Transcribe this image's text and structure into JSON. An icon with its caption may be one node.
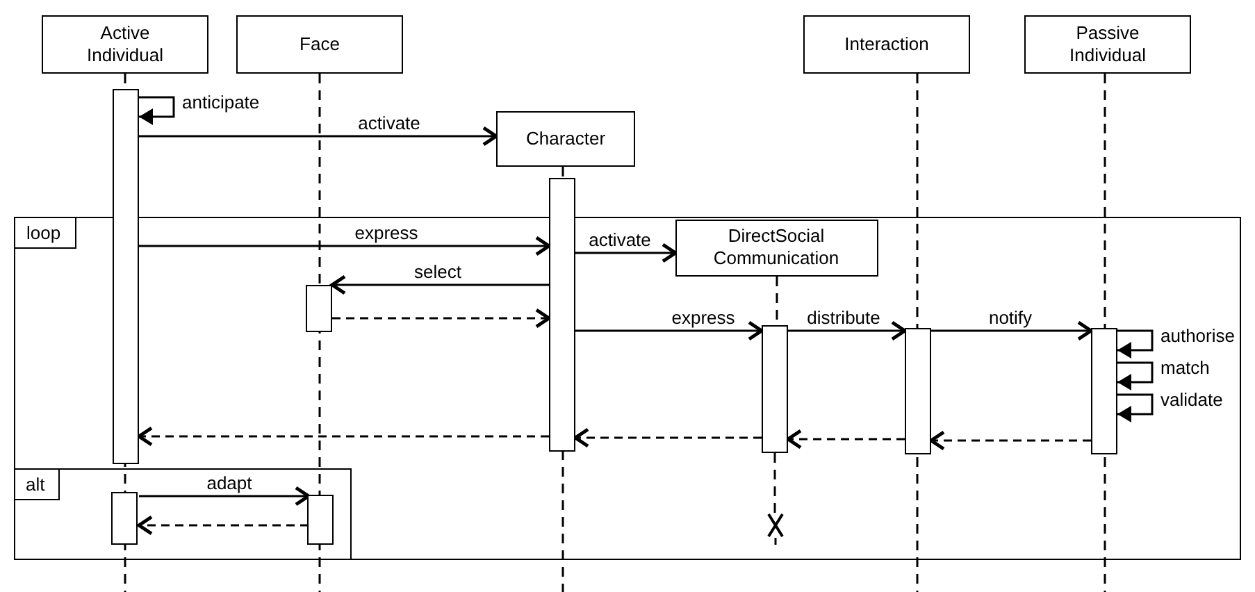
{
  "diagram": {
    "nodes": [
      {
        "text": [
          "Active Individual"
        ]
      },
      {
        "text": [
          "Face"
        ]
      },
      {
        "text": [
          "Interaction"
        ]
      },
      {
        "text": [
          "Passive Individual"
        ]
      },
      {
        "text": [
          "Character"
        ]
      },
      {
        "text": [
          "DirectSocial Communication"
        ],
        "in": 6
      },
      {
        "text": [
          "loop"
        ]
      },
      {
        "text": [
          "alt"
        ],
        "in": 6
      },
      {
        "text": [],
        "shape": "bar"
      },
      {
        "text": [],
        "shape": "bar"
      },
      {
        "text": [],
        "shape": "bar",
        "in": 6
      },
      {
        "text": [],
        "shape": "bar",
        "in": 6
      },
      {
        "text": [],
        "shape": "bar",
        "in": 6
      },
      {
        "text": [],
        "shape": "bar",
        "in": 6
      },
      {
        "text": [],
        "shape": "bar",
        "in": 7
      },
      {
        "text": [],
        "shape": "bar",
        "in": 7
      },
      {
        "text": [],
        "shape": "cross",
        "in": 6
      }
    ],
    "edges": [
      {
        "from": 8,
        "to": 8,
        "arrow": "to",
        "label": "anticipate"
      },
      {
        "from": 8,
        "to": 4,
        "arrow": "to",
        "label": "activate"
      },
      {
        "from": 8,
        "to": 9,
        "arrow": "to",
        "label": "express"
      },
      {
        "from": 9,
        "to": 5,
        "arrow": "to",
        "label": "activate"
      },
      {
        "from": 9,
        "to": 10,
        "arrow": "to",
        "label": "select"
      },
      {
        "from": 10,
        "to": 9,
        "arrow": "to",
        "style": "dashed"
      },
      {
        "from": 9,
        "to": 11,
        "arrow": "to",
        "label": "express"
      },
      {
        "from": 11,
        "to": 12,
        "arrow": "to",
        "label": "distribute"
      },
      {
        "from": 12,
        "to": 13,
        "arrow": "to",
        "label": "notify"
      },
      {
        "from": 13,
        "to": 13,
        "arrow": "to",
        "label": "authorise"
      },
      {
        "from": 13,
        "to": 13,
        "arrow": "to",
        "label": "match"
      },
      {
        "from": 13,
        "to": 13,
        "arrow": "to",
        "label": "validate"
      },
      {
        "from": 13,
        "to": 12,
        "arrow": "to",
        "style": "dashed"
      },
      {
        "from": 12,
        "to": 11,
        "arrow": "to",
        "style": "dashed"
      },
      {
        "from": 11,
        "to": 9,
        "arrow": "to",
        "style": "dashed"
      },
      {
        "from": 9,
        "to": 8,
        "arrow": "to",
        "style": "dashed"
      },
      {
        "from": 14,
        "to": 15,
        "arrow": "to",
        "label": "adapt"
      },
      {
        "from": 15,
        "to": 14,
        "arrow": "to",
        "style": "dashed"
      },
      {
        "from": 11,
        "to": 16,
        "arrow": "none",
        "style": "dashed"
      },
      {
        "from": 5,
        "to": 11,
        "arrow": "none",
        "style": "dashed"
      }
    ]
  }
}
